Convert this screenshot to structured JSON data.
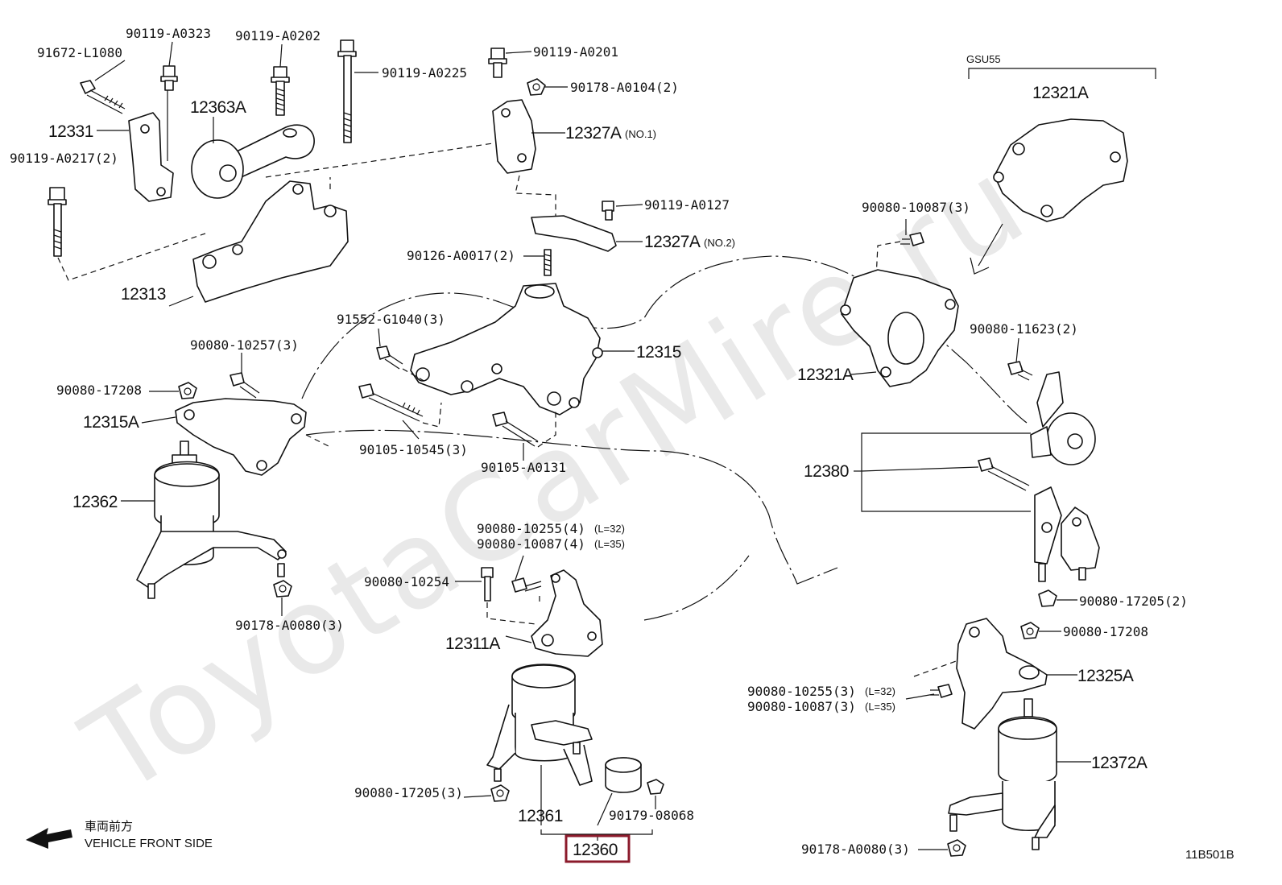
{
  "watermark": "ToyotaCarMire.ru",
  "diagram_code": "11B501B",
  "legend": {
    "jp": "車両前方",
    "en": "VEHICLE FRONT SIDE"
  },
  "variant_label": "GSU55",
  "highlighted_part": "12360",
  "labels": {
    "p91672_L1080": "91672-L1080",
    "p90119_A0323": "90119-A0323",
    "p90119_A0202": "90119-A0202",
    "p90119_A0225": "90119-A0225",
    "p12331": "12331",
    "p12363A": "12363A",
    "p90119_A0217": "90119-A0217(2)",
    "p12313": "12313",
    "p90119_A0201": "90119-A0201",
    "p90178_A0104": "90178-A0104(2)",
    "p12327A_1": "12327A",
    "p12327A_1_note": "(NO.1)",
    "p90119_A0127": "90119-A0127",
    "p12327A_2": "12327A",
    "p12327A_2_note": "(NO.2)",
    "p90126_A0017": "90126-A0017(2)",
    "p91552_G1040": "91552-G1040(3)",
    "p12315": "12315",
    "p90080_10257": "90080-10257(3)",
    "p90080_17208_a": "90080-17208",
    "p12315A": "12315A",
    "p90105_10545": "90105-10545(3)",
    "p90105_A0131": "90105-A0131",
    "p12362": "12362",
    "p90178_A0080_a": "90178-A0080(3)",
    "p90080_10255_4": "90080-10255(4)",
    "p90080_10255_4_note": "(L=32)",
    "p90080_10087_4": "90080-10087(4)",
    "p90080_10087_4_note": "(L=35)",
    "p90080_10254": "90080-10254",
    "p12311A": "12311A",
    "p90080_17205_3": "90080-17205(3)",
    "p12361": "12361",
    "p90179_08068": "90179-08068",
    "p12360": "12360",
    "p12321A_top": "12321A",
    "p90080_10087_3": "90080-10087(3)",
    "p12321A": "12321A",
    "p90080_11623": "90080-11623(2)",
    "p12380": "12380",
    "p90080_17205_2": "90080-17205(2)",
    "p90080_17208_b": "90080-17208",
    "p12325A": "12325A",
    "p90080_10255_3": "90080-10255(3)",
    "p90080_10255_3_note": "(L=32)",
    "p90080_10087_3b": "90080-10087(3)",
    "p90080_10087_3b_note": "(L=35)",
    "p12372A": "12372A",
    "p90178_A0080_b": "90178-A0080(3)"
  }
}
